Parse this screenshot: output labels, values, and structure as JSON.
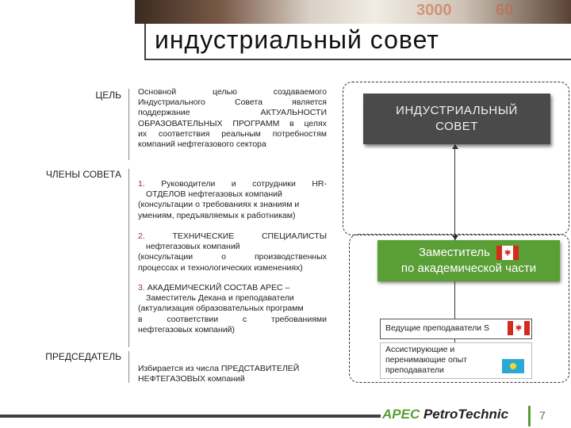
{
  "title": "индустриальный совет",
  "banner_glyphs": [
    "3000",
    "60"
  ],
  "labels": {
    "goal": "ЦЕЛЬ",
    "members": "ЧЛЕНЫ СОВЕТА",
    "chair": "ПРЕДСЕДАТЕЛЬ"
  },
  "goal_text": {
    "lines": [
      "Основной целью создаваемого",
      "Индустриального Совета является",
      "поддержание АКТУАЛЬНОСТИ",
      "ОБРАЗОВАТЕЛЬНЫХ ПРОГРАММ в целях",
      "их соответствия реальным потребностям"
    ],
    "last": "компаний нефтегазового сектора"
  },
  "members": [
    {
      "num": "1.",
      "lines": [
        "Руководители и сотрудники HR-"
      ],
      "tail": [
        "ОТДЕЛОВ нефтегазовых компаний",
        "(консультации о требованиях к знаниям и",
        "умениям, предъявляемых к работникам)"
      ]
    },
    {
      "num": "2.",
      "lines": [
        "ТЕХНИЧЕСКИЕ СПЕЦИАЛИСТЫ"
      ],
      "tail": [
        "нефтегазовых компаний",
        "(консультации о производственных",
        "процессах и технологических изменениях)"
      ]
    },
    {
      "num": "3.",
      "lines": [
        "АКАДЕМИЧЕСКИЙ СОСТАВ APEC –"
      ],
      "tail": [
        "Заместитель Декана и преподаватели",
        "(актуализация образовательных программ",
        "в соответствии с требованиями",
        "нефтегазовых компаний)"
      ]
    }
  ],
  "chair_text": {
    "line1": "Избирается из числа ПРЕДСТАВИТЕЛЕЙ",
    "line2": "НЕФТЕГАЗОВЫХ компаний"
  },
  "council_box": {
    "line1": "ИНДУСТРИАЛЬНЫЙ",
    "line2": "СОВЕТ"
  },
  "deputy_box": {
    "line1": "Заместитель",
    "line2": "по академической части"
  },
  "teachers_box": "Ведущие преподаватели S",
  "assistants_box": {
    "line1": "Ассистирующие и",
    "line2": "перенимающие опыт",
    "line3": "преподаватели"
  },
  "logo": {
    "part1": "APEC",
    "part2": "PetroTechnic"
  },
  "page_number": "7",
  "colors": {
    "accent_green": "#5a9e36",
    "dark_box": "#4a4a4a",
    "highlight": "#8a3a2a"
  },
  "icons": [
    "canada-flag",
    "kazakhstan-flag"
  ]
}
